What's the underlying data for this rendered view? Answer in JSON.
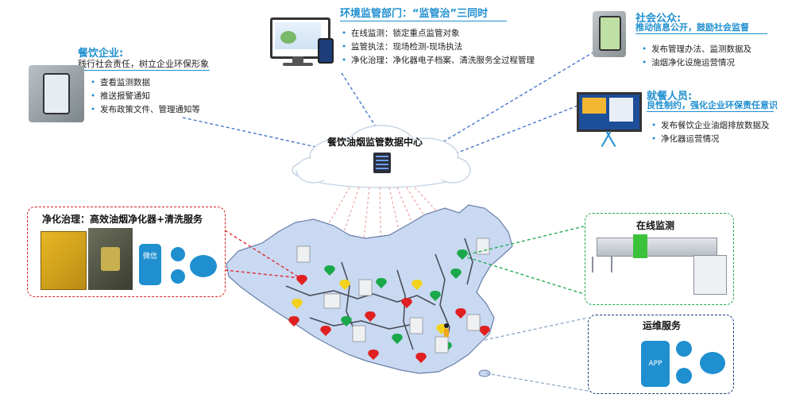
{
  "center": {
    "title": "餐饮油烟监管数据中心"
  },
  "env": {
    "title": "环境监管部门：“监管治”三同时",
    "items": [
      "在线监测：锁定重点监管对象",
      "监管执法：现场检测-现场执法",
      "净化治理：净化器电子档案、清洗服务全过程管理"
    ]
  },
  "catering": {
    "title": "餐饮企业:",
    "subtitle": "践行社会责任，树立企业环保形象",
    "items": [
      "查看监测数据",
      "推送报警通知",
      "发布政策文件、管理通知等"
    ]
  },
  "public": {
    "title": "社会公众:",
    "subtitle": "推动信息公开，鼓励社会监督",
    "items": [
      "发布管理办法、监测数据及",
      "油烟净化设施运营情况"
    ]
  },
  "diners": {
    "title": "就餐人员:",
    "subtitle": "良性制约，强化企业环保责任意识",
    "items": [
      "发布餐饮企业油烟排放数据及",
      "净化器运营情况"
    ]
  },
  "purify": {
    "title": "净化治理：高效油烟净化器+清洗服务",
    "wechat": "微信"
  },
  "monitor": {
    "title": "在线监测"
  },
  "ops": {
    "title": "运维服务",
    "app": "APP"
  },
  "colors": {
    "accent": "#1f8fd0",
    "red_box": "#e02020",
    "green_box": "#1aa84a",
    "navy_box": "#1a3a7a",
    "map_fill": "#c9d9f2"
  }
}
